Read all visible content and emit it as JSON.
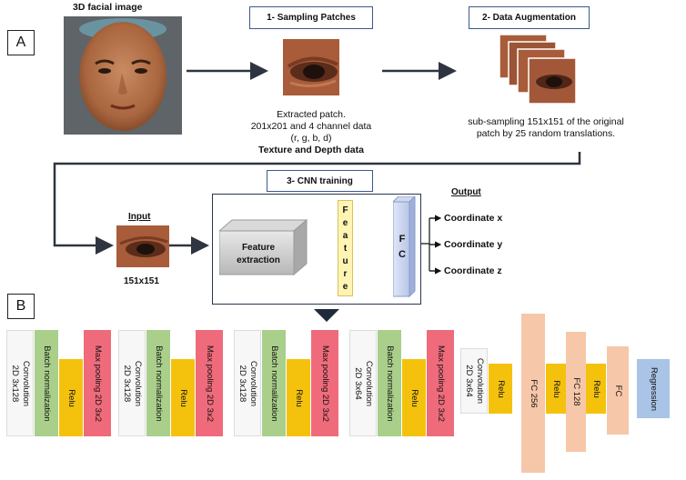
{
  "top": {
    "face_label": "3D facial image",
    "panel_a": "A",
    "panel_b": "B",
    "step1": "1- Sampling Patches",
    "step2": "2- Data Augmentation",
    "step3": "3- CNN training",
    "patch_caption_line1": "Extracted patch.",
    "patch_caption_line2": "201x201 and 4 channel data",
    "patch_caption_line3": "(r, g, b, d)",
    "patch_caption_line4": "Texture and Depth data",
    "aug_caption_line1": "sub-sampling 151x151 of the original",
    "aug_caption_line2": "patch by 25 random translations."
  },
  "cnn": {
    "input_label": "Input",
    "input_size": "151x151",
    "feature_extraction_line1": "Feature",
    "feature_extraction_line2": "extraction",
    "feature_letters": [
      "F",
      "e",
      "a",
      "t",
      "u",
      "r",
      "e"
    ],
    "fc_letters": [
      "F",
      "C"
    ],
    "output_label": "Output",
    "outputs": [
      "Coordinate x",
      "Coordinate y",
      "Coordinate z"
    ]
  },
  "layers": [
    {
      "line1": "Convolution",
      "line2": "2D 3x128",
      "kind": "conv"
    },
    {
      "line1": "Batch normalization",
      "line2": "",
      "kind": "bn"
    },
    {
      "line1": "Relu",
      "line2": "",
      "kind": "relu"
    },
    {
      "line1": "Max pooling 2D 3x2",
      "line2": "",
      "kind": "pool"
    },
    {
      "line1": "Convolution",
      "line2": "2D 3x128",
      "kind": "conv"
    },
    {
      "line1": "Batch normalization",
      "line2": "",
      "kind": "bn"
    },
    {
      "line1": "Relu",
      "line2": "",
      "kind": "relu"
    },
    {
      "line1": "Max pooling 2D 3x2",
      "line2": "",
      "kind": "pool"
    },
    {
      "line1": "Convolution",
      "line2": "2D 3x128",
      "kind": "conv"
    },
    {
      "line1": "Batch normalization",
      "line2": "",
      "kind": "bn"
    },
    {
      "line1": "Relu",
      "line2": "",
      "kind": "relu"
    },
    {
      "line1": "Max pooling 2D 3x2",
      "line2": "",
      "kind": "pool"
    },
    {
      "line1": "Convolution",
      "line2": "2D 3x64",
      "kind": "conv"
    },
    {
      "line1": "Batch normalization",
      "line2": "",
      "kind": "bn"
    },
    {
      "line1": "Relu",
      "line2": "",
      "kind": "relu"
    },
    {
      "line1": "Max pooling 2D 3x2",
      "line2": "",
      "kind": "pool"
    },
    {
      "line1": "Convolution",
      "line2": "2D 3x64",
      "kind": "conv"
    },
    {
      "line1": "Relu",
      "line2": "",
      "kind": "relu"
    },
    {
      "line1": "FC 256",
      "line2": "",
      "kind": "fc"
    },
    {
      "line1": "Relu",
      "line2": "",
      "kind": "relu"
    },
    {
      "line1": "FC 128",
      "line2": "",
      "kind": "fc"
    },
    {
      "line1": "Relu",
      "line2": "",
      "kind": "relu"
    },
    {
      "line1": "FC",
      "line2": "",
      "kind": "fc"
    },
    {
      "line1": "Regression",
      "line2": "",
      "kind": "reg"
    }
  ],
  "colors": {
    "conv": "#f7f7f7",
    "bn": "#a9cf8b",
    "relu": "#f4c20d",
    "pool": "#ef6b7b",
    "fc": "#f6c7a8",
    "reg": "#a9c4e6",
    "arrow": "#2e3540",
    "box_border": "#3d5a8a"
  }
}
